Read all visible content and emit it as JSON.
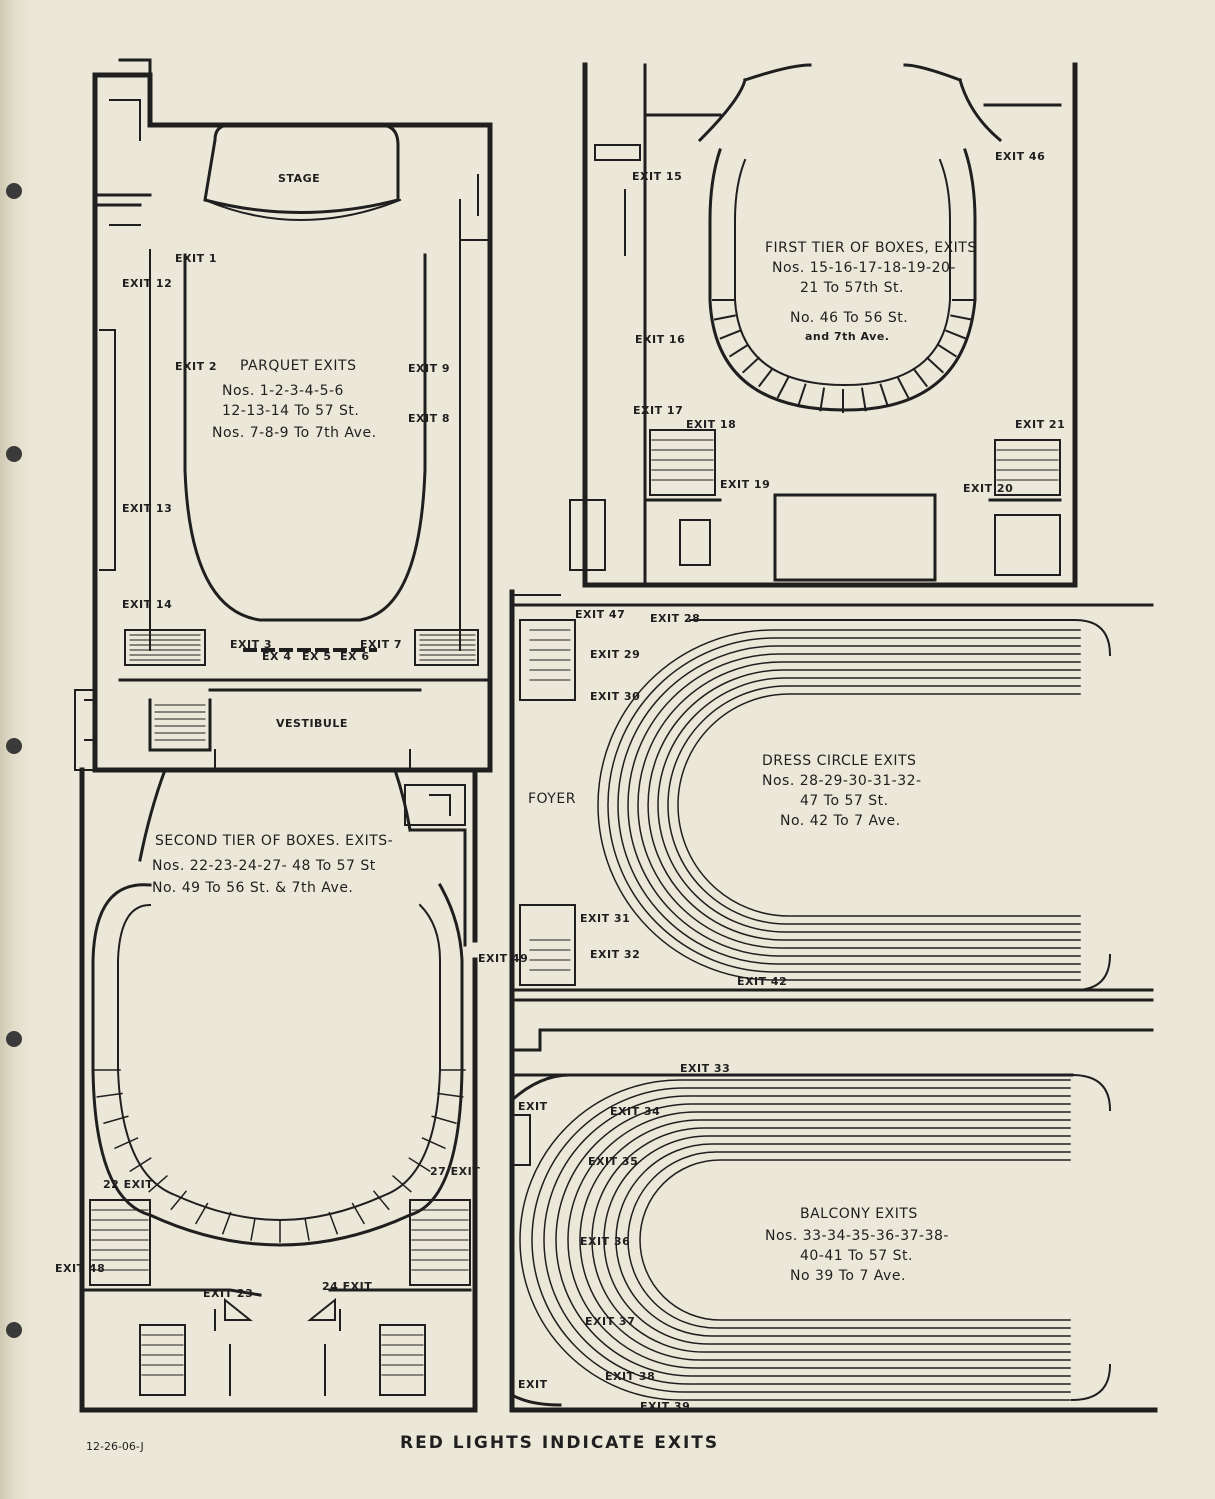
{
  "sections": {
    "parquet": {
      "stage_label": "STAGE",
      "vestibule_label": "VESTIBULE",
      "heading": "PARQUET EXITS",
      "line1": "Nos. 1-2-3-4-5-6",
      "line2": "12-13-14 To 57 St.",
      "line3": "Nos. 7-8-9 To 7th Ave.",
      "exits": [
        "EXIT 1",
        "EXIT 2",
        "EXIT 3",
        "EX 4",
        "EX 5",
        "EX 6",
        "EXIT 7",
        "EXIT 8",
        "EXIT 9",
        "EXIT 12",
        "EXIT 13",
        "EXIT 14"
      ]
    },
    "first_tier": {
      "heading": "FIRST TIER OF BOXES, EXITS",
      "line1": "Nos. 15-16-17-18-19-20-",
      "line2": "21 To 57th St.",
      "line3": "No. 46 To 56 St.",
      "line4": "and 7th Ave.",
      "exits": [
        "EXIT 15",
        "EXIT 16",
        "EXIT 17",
        "EXIT 18",
        "EXIT 19",
        "EXIT 20",
        "EXIT 21",
        "EXIT 46"
      ]
    },
    "second_tier": {
      "heading": "SECOND TIER OF BOXES. EXITS-",
      "line1": "Nos. 22-23-24-27- 48 To 57 St",
      "line2": "No. 49 To 56 St. & 7th Ave.",
      "exits": [
        "22 EXIT",
        "EXIT 23",
        "24 EXIT",
        "27 EXIT",
        "EXIT 48",
        "EXIT 49"
      ]
    },
    "dress_circle": {
      "foyer_label": "FOYER",
      "heading": "DRESS CIRCLE EXITS",
      "line1": "Nos. 28-29-30-31-32-",
      "line2": "47 To 57 St.",
      "line3": "No. 42 To 7 Ave.",
      "exits": [
        "EXIT 47",
        "EXIT 28",
        "EXIT 29",
        "EXIT 30",
        "EXIT 31",
        "EXIT 32",
        "EXIT 42"
      ]
    },
    "balcony": {
      "heading": "BALCONY EXITS",
      "line1": "Nos. 33-34-35-36-37-38-",
      "line2": "40-41 To 57 St.",
      "line3": "No 39 To 7 Ave.",
      "exits": [
        "EXIT 33",
        "EXIT 34",
        "EXIT 35",
        "EXIT 36",
        "EXIT 37",
        "EXIT 38",
        "EXIT 39",
        "EXIT",
        "EXIT"
      ]
    }
  },
  "footer": "RED LIGHTS INDICATE EXITS",
  "pencil_note": "12-26-06-J"
}
